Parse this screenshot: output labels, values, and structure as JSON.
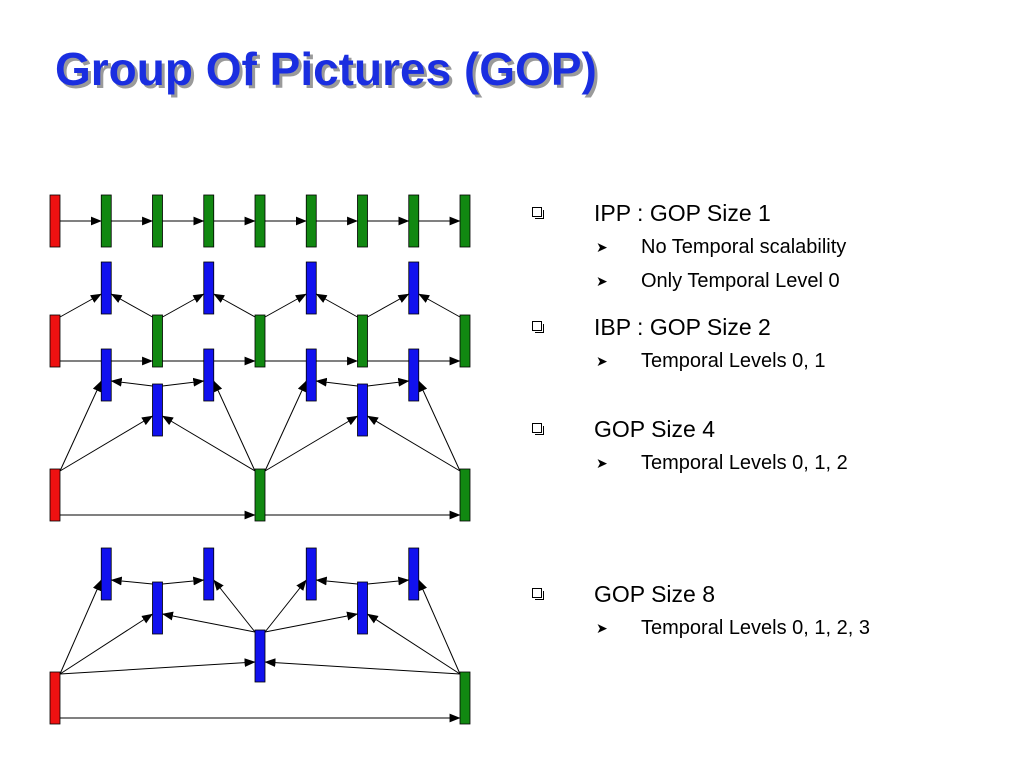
{
  "title": "Group Of Pictures (GOP)",
  "colors": {
    "title": "#1a2ee0",
    "key_frame": "#ee1111",
    "anchor_frame": "#118811",
    "b_frame": "#1111ee",
    "arrow": "#000000"
  },
  "icons": {
    "main_bullet": "hollow-square-icon",
    "sub_bullet": "arrowhead-icon"
  },
  "diagram": {
    "rows": [
      {
        "name": "ipp",
        "gop_size": 1,
        "frames": [
          "I",
          "P",
          "P",
          "P",
          "P",
          "P",
          "P",
          "P",
          "P"
        ],
        "levels": [
          0,
          0,
          0,
          0,
          0,
          0,
          0,
          0,
          0
        ]
      },
      {
        "name": "ibp",
        "gop_size": 2,
        "frames": [
          "I",
          "B",
          "P",
          "B",
          "P",
          "B",
          "P",
          "B",
          "P"
        ],
        "levels": [
          0,
          1,
          0,
          1,
          0,
          1,
          0,
          1,
          0
        ]
      },
      {
        "name": "gop4",
        "gop_size": 4,
        "frames": [
          "I",
          "B",
          "B",
          "B",
          "P",
          "B",
          "B",
          "B",
          "P"
        ],
        "levels": [
          0,
          2,
          1,
          2,
          0,
          2,
          1,
          2,
          0
        ]
      },
      {
        "name": "gop8",
        "gop_size": 8,
        "frames": [
          "I",
          "B",
          "B",
          "B",
          "B",
          "B",
          "B",
          "B",
          "P"
        ],
        "levels": [
          0,
          3,
          2,
          3,
          1,
          3,
          2,
          3,
          0
        ]
      }
    ]
  },
  "bullets": [
    {
      "label": "IPP : GOP Size 1",
      "subs": [
        "No Temporal scalability",
        "Only Temporal Level 0"
      ]
    },
    {
      "label": "IBP : GOP Size 2",
      "subs": [
        "Temporal Levels 0, 1"
      ]
    },
    {
      "label": "GOP Size 4",
      "subs": [
        "Temporal Levels 0, 1, 2"
      ]
    },
    {
      "label": "GOP Size 8",
      "subs": [
        "Temporal Levels 0, 1, 2, 3"
      ]
    }
  ]
}
